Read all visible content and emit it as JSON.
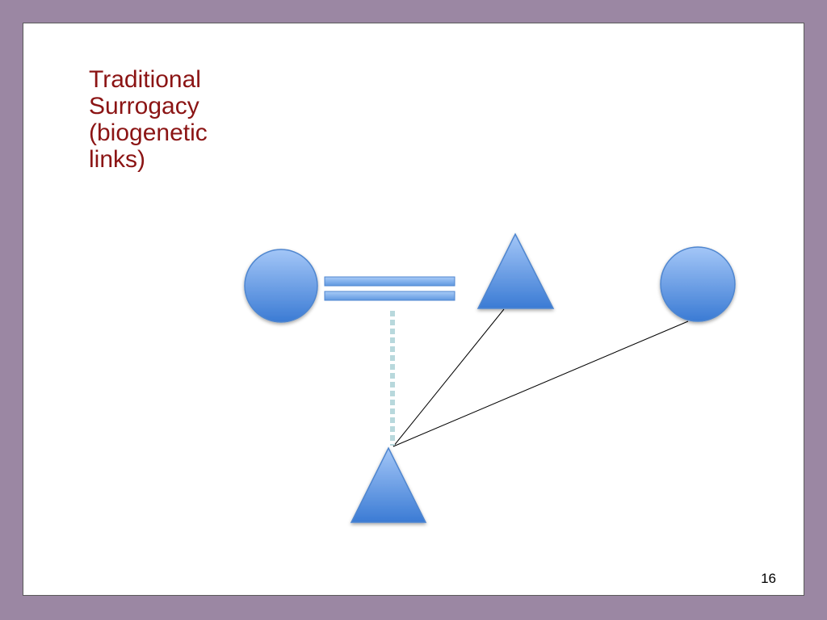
{
  "slide": {
    "title_lines": [
      "Traditional",
      "Surrogacy",
      "(biogenetic",
      "links)"
    ],
    "page_number": "16"
  },
  "colors": {
    "background": "#9b87a3",
    "title": "#8b1414",
    "shape_light": "#9cc0f5",
    "shape_dark": "#3f7fd6",
    "shape_stroke": "#4f86cf",
    "dotted_line": "#b8d8dc",
    "connector": "#000000"
  }
}
